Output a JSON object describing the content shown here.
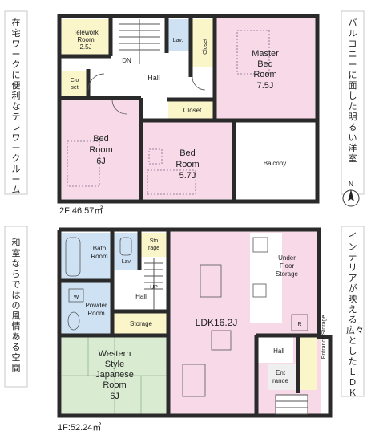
{
  "colors": {
    "wall": "#2a2a2a",
    "pink": "#f7d9e8",
    "blue": "#cfe2f4",
    "green": "#d9ecd2",
    "yellow": "#fbf6c9",
    "white": "#ffffff",
    "grey": "#efefef"
  },
  "captions": {
    "upper_left": "在宅ワークに便利なテレワークルーム",
    "upper_right": "バルコニーに面した明るい洋室",
    "lower_left": "和室ならではの風情ある空間",
    "lower_right": "インテリアが映える広々としたＬＤＫ"
  },
  "floor2": {
    "area_label": "2F:46.57㎡",
    "rooms": {
      "telework": [
        "Telework",
        "Room",
        "2.5J"
      ],
      "lav": "Lav.",
      "closet_top": "Closet",
      "master": [
        "Master",
        "Bed",
        "Room",
        "7.5J"
      ],
      "dn": "DN",
      "hall": "Hall",
      "clo_set": [
        "Clo",
        "set"
      ],
      "closet_mid": "Closet",
      "bed6": [
        "Bed",
        "Room",
        "6J"
      ],
      "bed57": [
        "Bed",
        "Room",
        "5.7J"
      ],
      "balcony": "Balcony"
    }
  },
  "floor1": {
    "area_label": "1F:52.24㎡",
    "rooms": {
      "bath": [
        "Bath",
        "Room"
      ],
      "lav": "Lav.",
      "storage_small": [
        "Sto",
        "rage"
      ],
      "w": "W",
      "up": "UP",
      "hall": "Hall",
      "powder": [
        "Powder",
        "Room"
      ],
      "storage": "Storage",
      "ldk": "LDK16.2J",
      "underfloor": [
        "Under",
        "Floor",
        "Storage"
      ],
      "r": "R",
      "western": [
        "Western",
        "Style",
        "Japanese",
        "Room",
        "6J"
      ],
      "hall_e": "Hall",
      "entrance_storage": "Entrance Storage",
      "entrance": [
        "Ent",
        "rance"
      ]
    }
  },
  "compass": {
    "north": "N"
  }
}
